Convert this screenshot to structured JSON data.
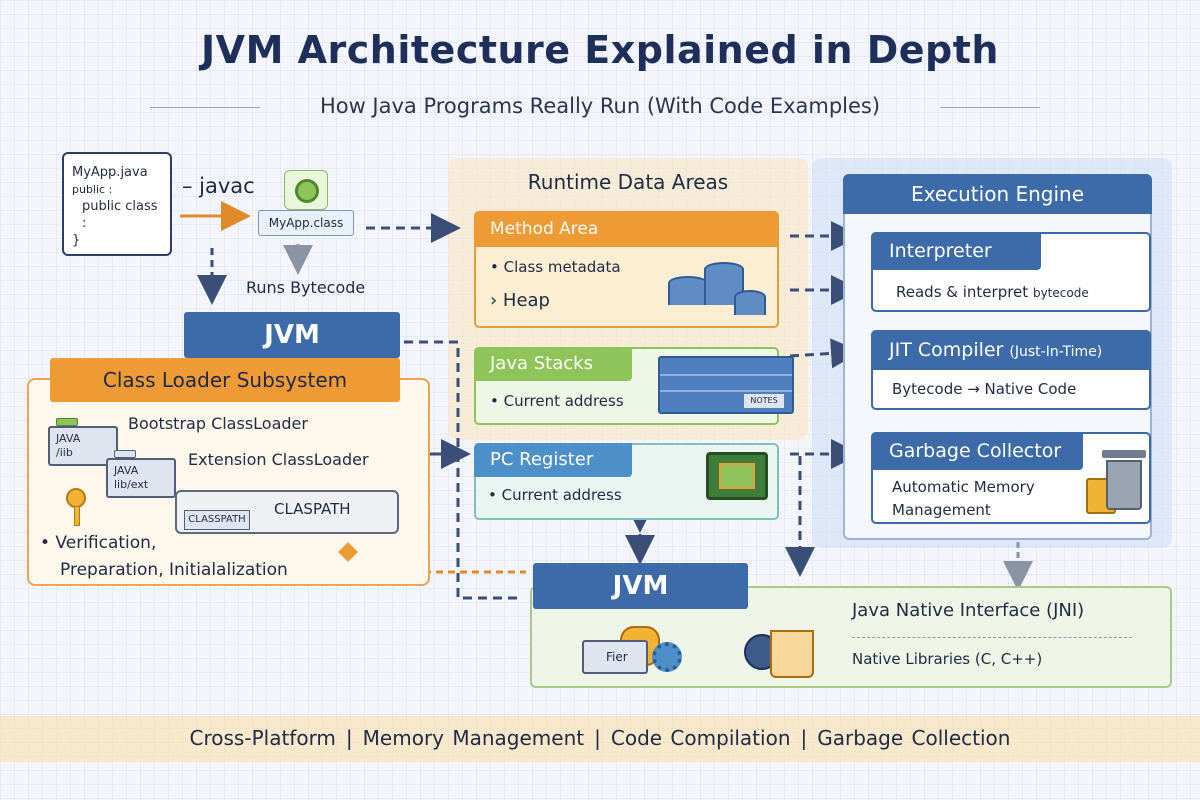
{
  "header": {
    "title": "JVM Architecture Explained in Depth",
    "subtitle": "How Java Programs Really Run (With Code Examples)"
  },
  "source": {
    "file_name": "MyApp.java",
    "code_lines": [
      "public :",
      "public class",
      ":",
      "}"
    ],
    "compiler_label": "– javac",
    "class_file": "MyApp.class",
    "runs_label": "Runs Bytecode"
  },
  "jvm_label": "JVM",
  "class_loader": {
    "title": "Class Loader Subsystem",
    "loaders": [
      {
        "name": "Bootstrap  ClassLoader",
        "icon_text": "JAVA\n/iib"
      },
      {
        "name": "Extension ClassLoader",
        "icon_text": "JAVA\nlib/ext"
      },
      {
        "name": "CLASPATH",
        "icon_text": "CLASSPATH"
      }
    ],
    "steps": [
      "• Verification,",
      "Preparation, Initialalization"
    ]
  },
  "runtime": {
    "title": "Runtime Data Areas",
    "method_area": {
      "title": "Method Area",
      "items": [
        "• Class metadata",
        "› Heap"
      ]
    },
    "java_stacks": {
      "title": "Java Stacks",
      "items": [
        "• Current address"
      ],
      "tag": "NOTES"
    },
    "pc_register": {
      "title": "PC Register",
      "items": [
        "• Current address"
      ]
    }
  },
  "execution_engine": {
    "title": "Execution Engine",
    "interpreter": {
      "title": "Interpreter",
      "desc_main": "Reads & interpret",
      "desc_small": "bytecode"
    },
    "jit": {
      "title_main": "JIT Compiler",
      "title_small": "(Just-In-Time)",
      "desc": "Bytecode → Native Code"
    },
    "gc": {
      "title": "Garbage Collector",
      "desc_lines": [
        "Automatic Memory",
        "Management"
      ]
    }
  },
  "jni": {
    "title": "Java Native Interface (JNI)",
    "libraries": "Native Libraries (C, C++)",
    "folder_text": "Fier"
  },
  "footer": {
    "items": [
      "Cross-Platform",
      "Memory Management",
      "Code Compilation",
      "Garbage Collection"
    ]
  },
  "colors": {
    "navy": "#1e2f5c",
    "blue": "#3d6aa8",
    "orange": "#ee9a35",
    "green": "#8fc45a",
    "teal": "#7fc0b8"
  }
}
